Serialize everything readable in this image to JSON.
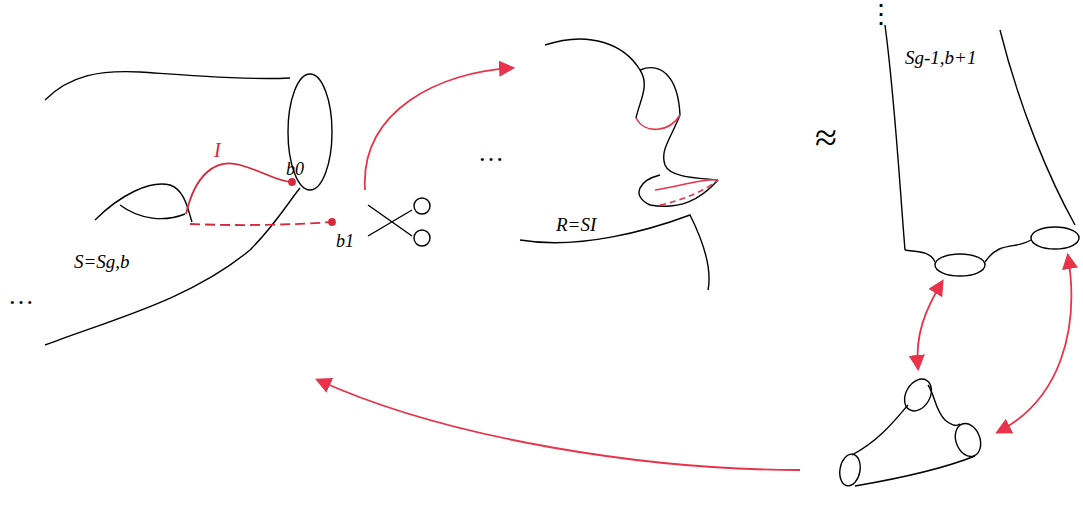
{
  "diagram": {
    "labels": [
      "…",
      "I",
      "b0",
      "b1",
      "S=Sg,b",
      "…",
      "R=SI",
      "≈",
      "⋮",
      "Sg-1,b+1"
    ]
  }
}
